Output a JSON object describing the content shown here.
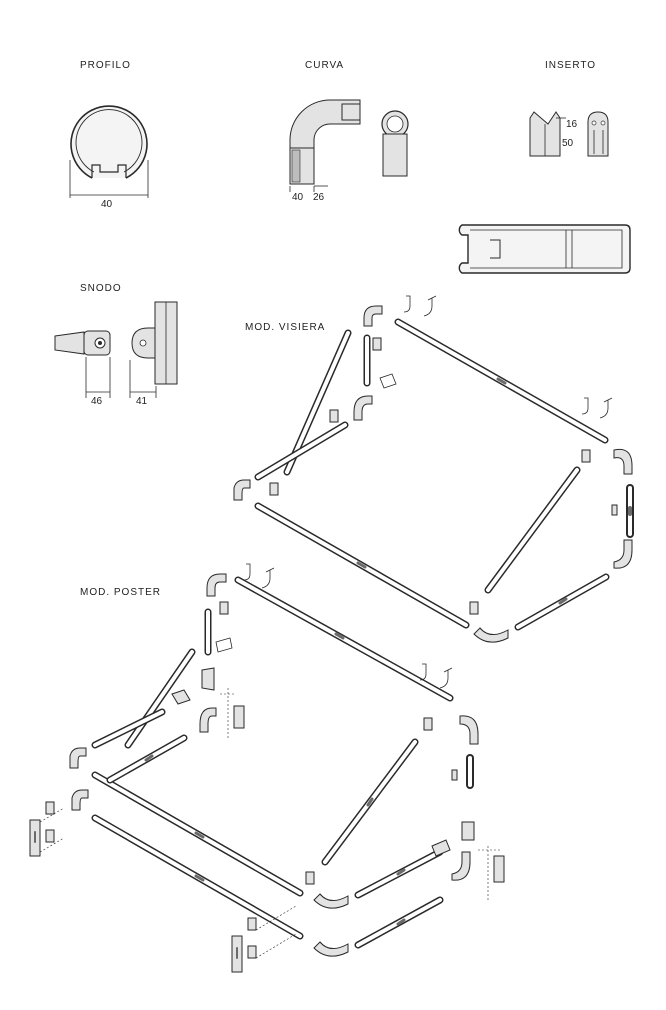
{
  "labels": {
    "profilo": "PROFILO",
    "curva": "CURVA",
    "inserto": "INSERTO",
    "snodo": "SNODO",
    "visiera": "MOD. VISIERA",
    "poster": "MOD. POSTER"
  },
  "dimensions": {
    "profilo_width": "40",
    "curva_a": "40",
    "curva_b": "26",
    "inserto_small": "16",
    "inserto_height": "50",
    "snodo_a": "46",
    "snodo_b": "41"
  }
}
